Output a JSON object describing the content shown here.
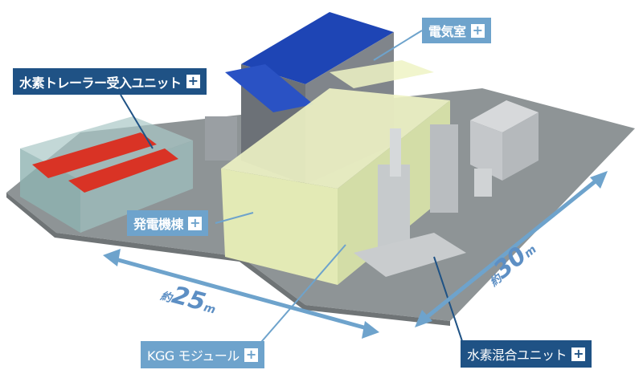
{
  "labels": {
    "electric_room": "電気室",
    "trailer_unit": "水素トレーラー受入ユニット",
    "generator_building": "発電機棟",
    "kgg_module": "KGG モジュール",
    "mixing_unit": "水素混合ユニット",
    "expand_symbol": "+"
  },
  "dimensions": {
    "width": {
      "prefix": "約",
      "value": "25",
      "unit": "m"
    },
    "depth": {
      "prefix": "約",
      "value": "30",
      "unit": "m"
    }
  },
  "colors": {
    "dark_label": "#1f5285",
    "light_label": "#6ea3cc",
    "arrow": "#6ea3cc"
  }
}
